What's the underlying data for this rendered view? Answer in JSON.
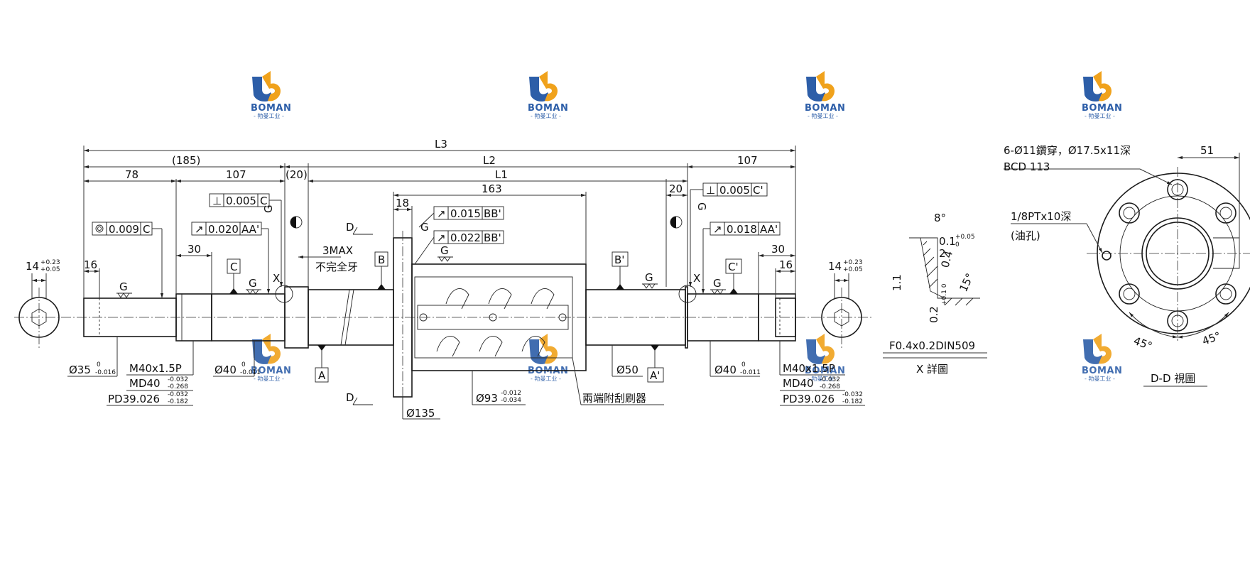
{
  "logo": {
    "word": "BOMAN",
    "sub": "- 勃曼工业 -"
  },
  "dims": {
    "L3": "L3",
    "L2": "L2",
    "L1": "L1",
    "d185": "(185)",
    "d78": "78",
    "d107a": "107",
    "d20a": "(20)",
    "d163": "163",
    "d20b": "20",
    "d107b": "107",
    "d18": "18",
    "d30a": "30",
    "d30b": "30",
    "d16a": "16",
    "d16b": "16",
    "d3max": "3MAX",
    "incomplete_thread": "不完全牙",
    "end_dia_main": "14",
    "end_dia_tol_up": "+0.23",
    "end_dia_tol_lo": "+0.05",
    "g": "G",
    "x": "X",
    "d": "D"
  },
  "tolerances": {
    "perp_left": {
      "value": "0.005",
      "ref": "C"
    },
    "perp_right": {
      "value": "0.005",
      "ref": "C'"
    },
    "conc_left": {
      "value": "0.009",
      "ref": "C"
    },
    "runout_left": {
      "value": "0.020",
      "ref": "AA'"
    },
    "runout_right": {
      "value": "0.018",
      "ref": "AA'"
    },
    "runout_nut1": {
      "value": "0.015",
      "ref": "BB'"
    },
    "runout_nut2": {
      "value": "0.022",
      "ref": "BB'"
    }
  },
  "datums": {
    "A": "A",
    "A2": "A'",
    "B": "B",
    "B2": "B'",
    "C": "C",
    "C2": "C'"
  },
  "bottom_labels": {
    "d35": "Ø35",
    "d35_up": "0",
    "d35_lo": "-0.016",
    "m40": "M40x1.5P",
    "md40": "MD40",
    "md40_up": "-0.032",
    "md40_lo": "-0.268",
    "pd": "PD39.026",
    "pd_up": "-0.032",
    "pd_lo": "-0.182",
    "d40": "Ø40",
    "d40_up": "0",
    "d40_lo": "-0.011",
    "d135": "Ø135",
    "d93": "Ø93",
    "d93_up": "-0.012",
    "d93_lo": "-0.034",
    "wiper": "兩端附刮刷器",
    "d50": "Ø50"
  },
  "detail_x": {
    "angle8": "8°",
    "angle15": "15°",
    "d01": "0.1",
    "d01_up": "+0.05",
    "d01_lo": "0",
    "r04": "0.4",
    "r2": "2",
    "h11": "1.1",
    "d02": "0.2",
    "d02_tol": "+0.1 0",
    "spec": "F0.4x0.2DIN509",
    "title": "X 詳圖"
  },
  "view_dd": {
    "holes": "6-Ø11鑽穿，Ø17.5x11深",
    "bcd": "BCD 113",
    "d51": "51",
    "oil": "1/8PTx10深",
    "oil_sub": "(油孔)",
    "a45a": "45°",
    "a45b": "45°",
    "title": "D-D 視圖"
  }
}
